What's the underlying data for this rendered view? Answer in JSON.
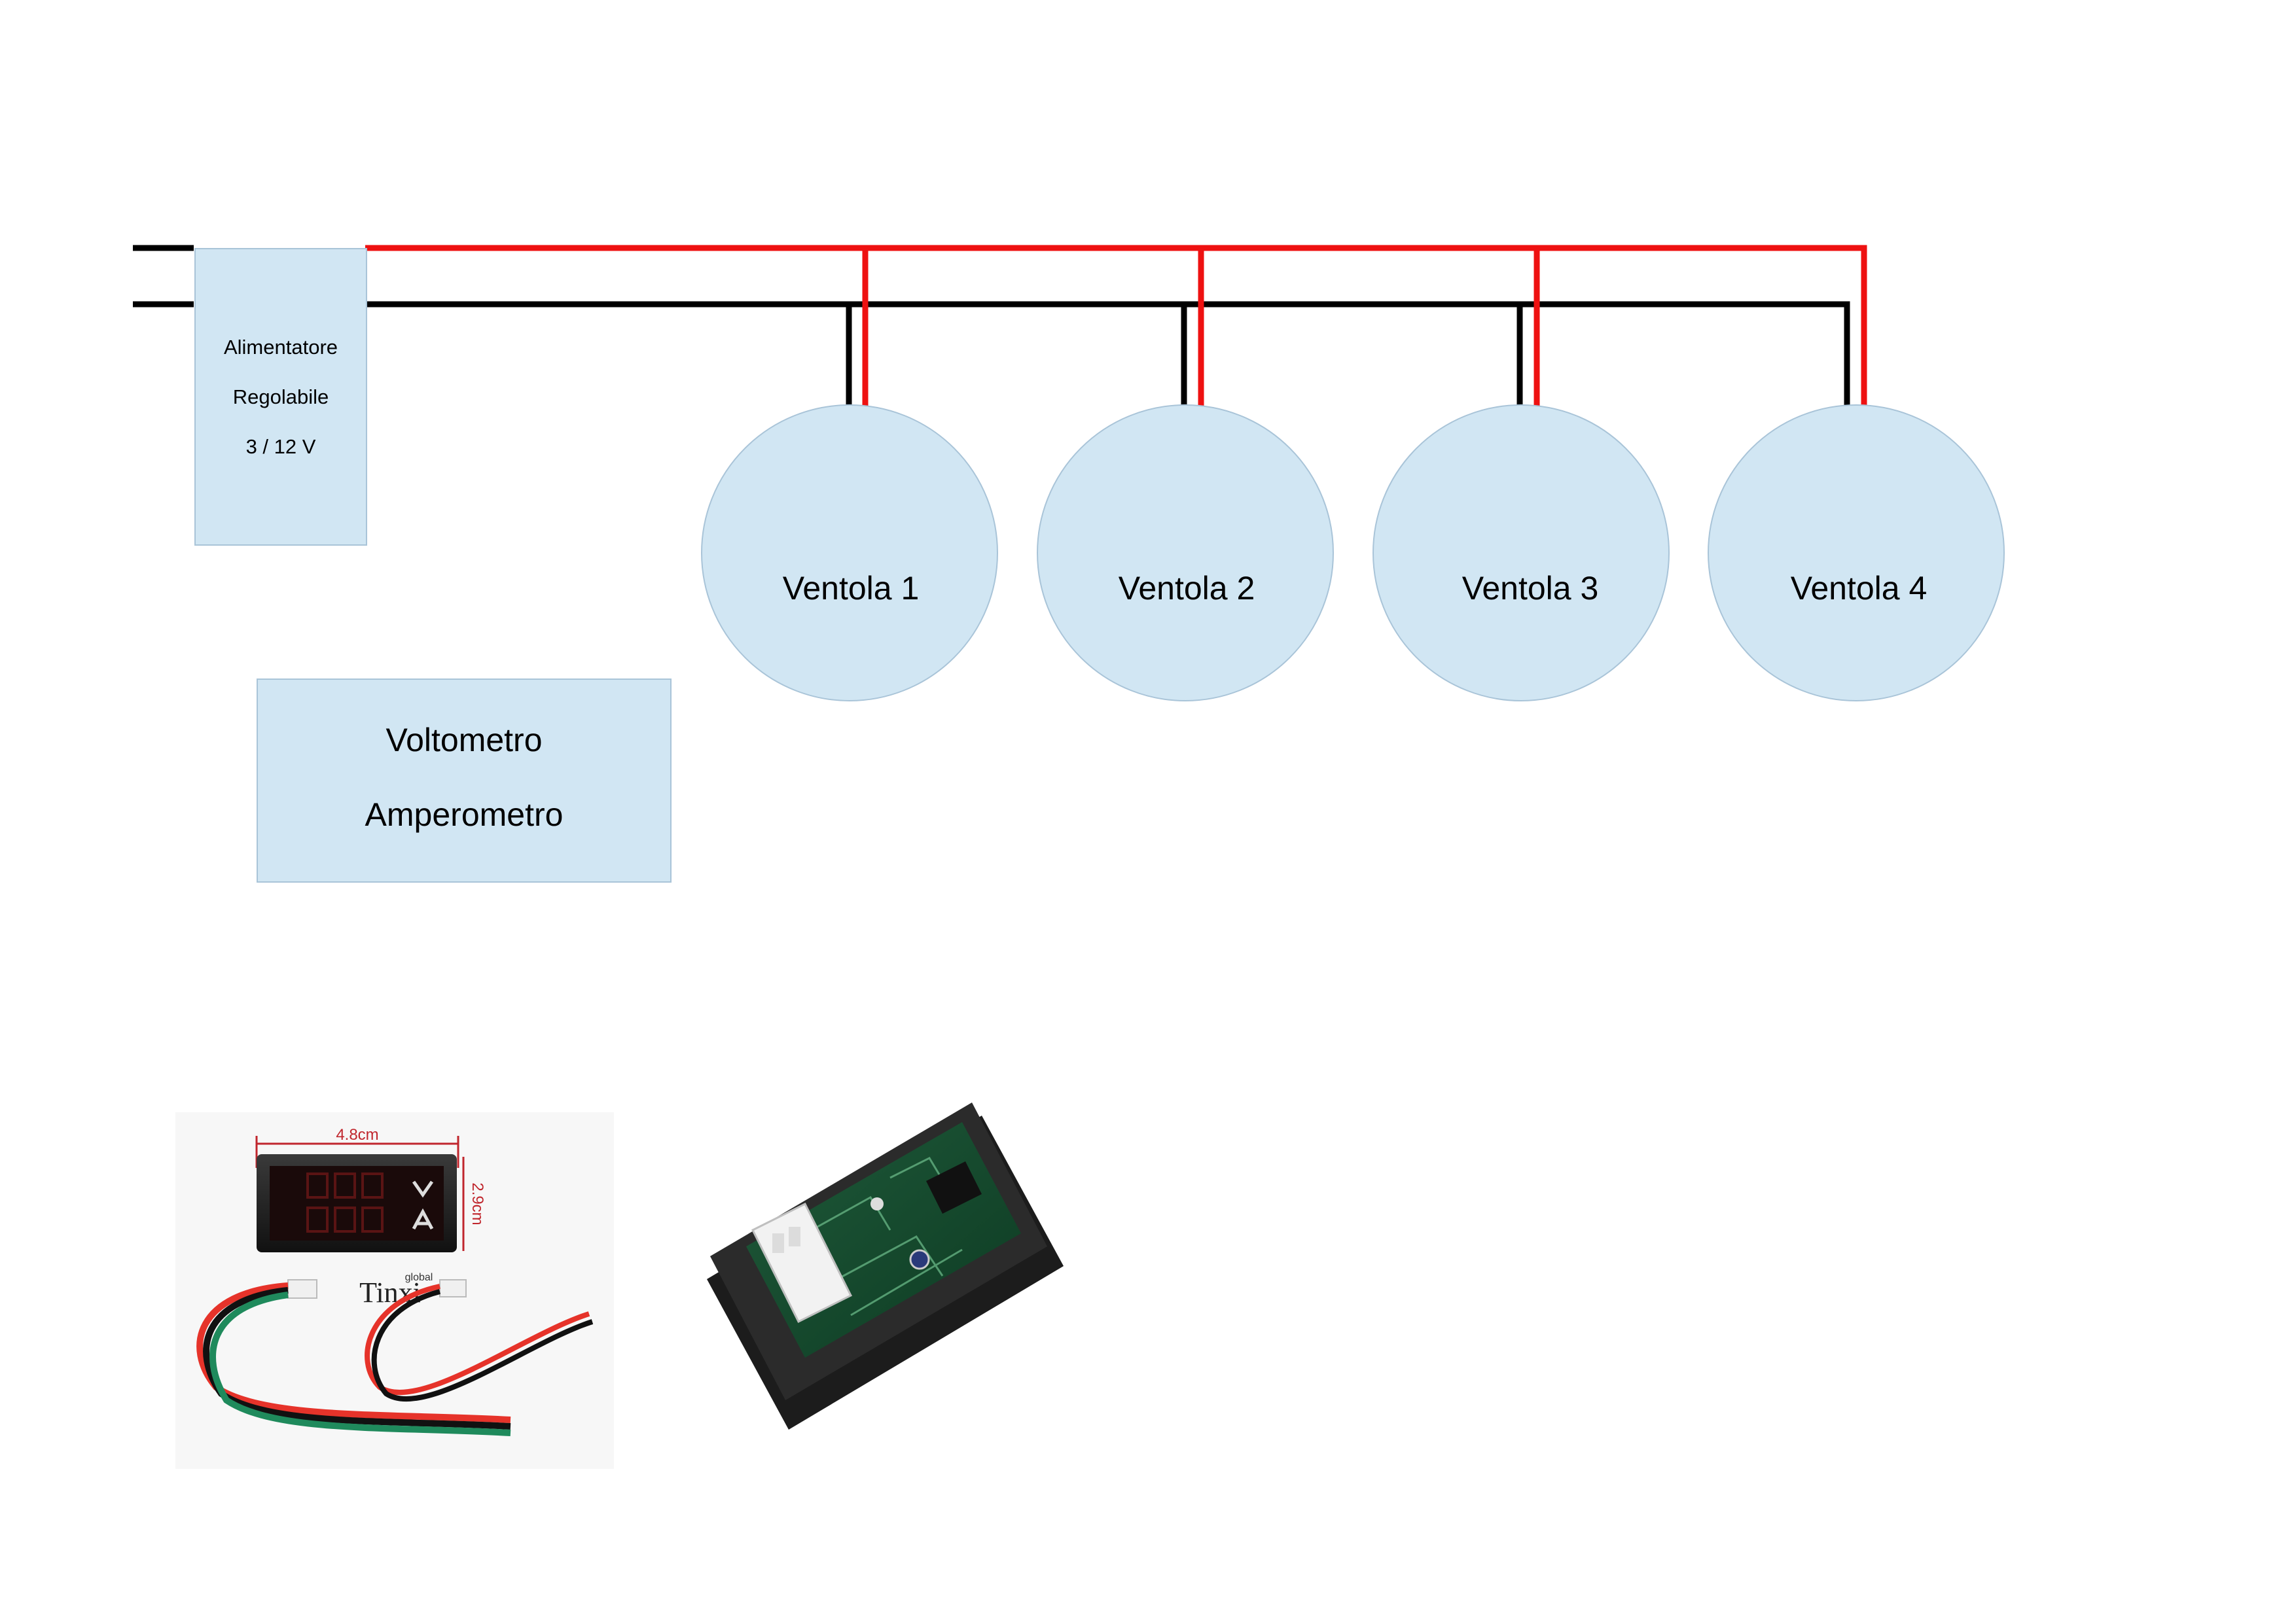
{
  "power_supply": {
    "line1": "Alimentatore",
    "line2": "Regolabile",
    "line3": "3 / 12 V"
  },
  "fans": [
    {
      "label": "Ventola 1"
    },
    {
      "label": "Ventola 2"
    },
    {
      "label": "Ventola 3"
    },
    {
      "label": "Ventola 4"
    }
  ],
  "meter": {
    "line1": "Voltometro",
    "line2": "Amperometro"
  },
  "photo_meter_front": {
    "width_label": "4.8cm",
    "height_label": "2.9cm",
    "brand_small": "global",
    "brand": "Tinxi"
  },
  "colors": {
    "positive_wire": "#ee1111",
    "negative_wire": "#000000",
    "block_fill": "#d1e6f3",
    "block_stroke": "#a9c4d8",
    "dimension_red": "#c0262d"
  }
}
